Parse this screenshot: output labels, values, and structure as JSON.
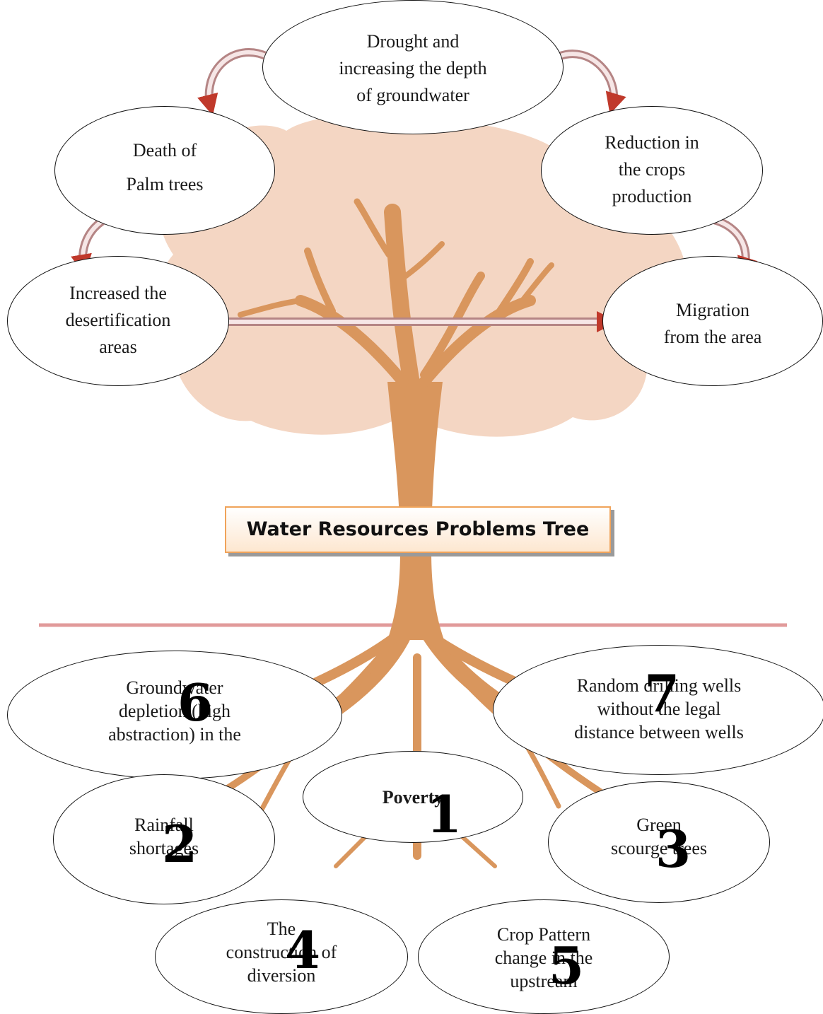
{
  "title": "Water Resources Problems Tree",
  "colors": {
    "canopy": "#f4d6c3",
    "trunk": "#d9965d",
    "ground_line": "#e19a9a",
    "arrow_fill": "#f6e6e6",
    "arrow_dark": "#b58585",
    "arrow_head": "#c0392b",
    "title_border": "#f0a35a",
    "title_fill": "#fde7d0"
  },
  "effects": [
    {
      "id": "drought",
      "text": "Drought and\nincreasing the depth\nof groundwater"
    },
    {
      "id": "reduction",
      "text": "Reduction in\nthe crops\nproduction"
    },
    {
      "id": "death",
      "text": "Death of\nPalm trees"
    },
    {
      "id": "desertification",
      "text": "Increased the\ndesertification\nareas"
    },
    {
      "id": "migration",
      "text": "Migration\nfrom the area"
    }
  ],
  "causes": [
    {
      "id": "poverty",
      "number": "1",
      "text": "Poverty"
    },
    {
      "id": "rainfall",
      "number": "2",
      "text": "Rainfall\nshortages"
    },
    {
      "id": "green",
      "number": "3",
      "text": "Green\nscourge trees"
    },
    {
      "id": "construction",
      "number": "4",
      "text": "The\nconstruction of\ndiversion"
    },
    {
      "id": "crop",
      "number": "5",
      "text": "Crop Pattern\nchange in the\nupstream"
    },
    {
      "id": "groundwater",
      "number": "6",
      "text": "Groundwater\ndepletion (high\nabstraction) in the"
    },
    {
      "id": "drilling",
      "number": "7",
      "text": "Random drilling wells\nwithout the legal\ndistance between wells"
    }
  ]
}
